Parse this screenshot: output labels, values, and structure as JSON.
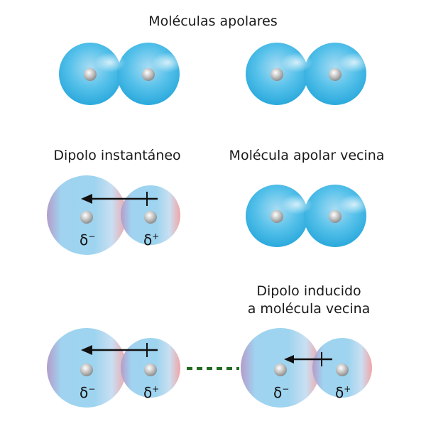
{
  "labels": {
    "top_title": "Moléculas apolares",
    "instant_dipole": "Dipolo instantáneo",
    "neighbor_molecule": "Molécula apolar vecina",
    "induced_line1": "Dipolo inducido",
    "induced_line2": "a molécula vecina"
  },
  "charges": {
    "delta": "δ",
    "minus": "−",
    "plus": "+"
  },
  "colors": {
    "molecule": "#3db8e6",
    "molecule_light": "#bfe6f7",
    "negative_tint": "#b89fcc",
    "positive_tint": "#f2a6a6",
    "nucleus": "#b8b8b8",
    "arrow": "#111111",
    "interaction": "#1f6b1f"
  }
}
